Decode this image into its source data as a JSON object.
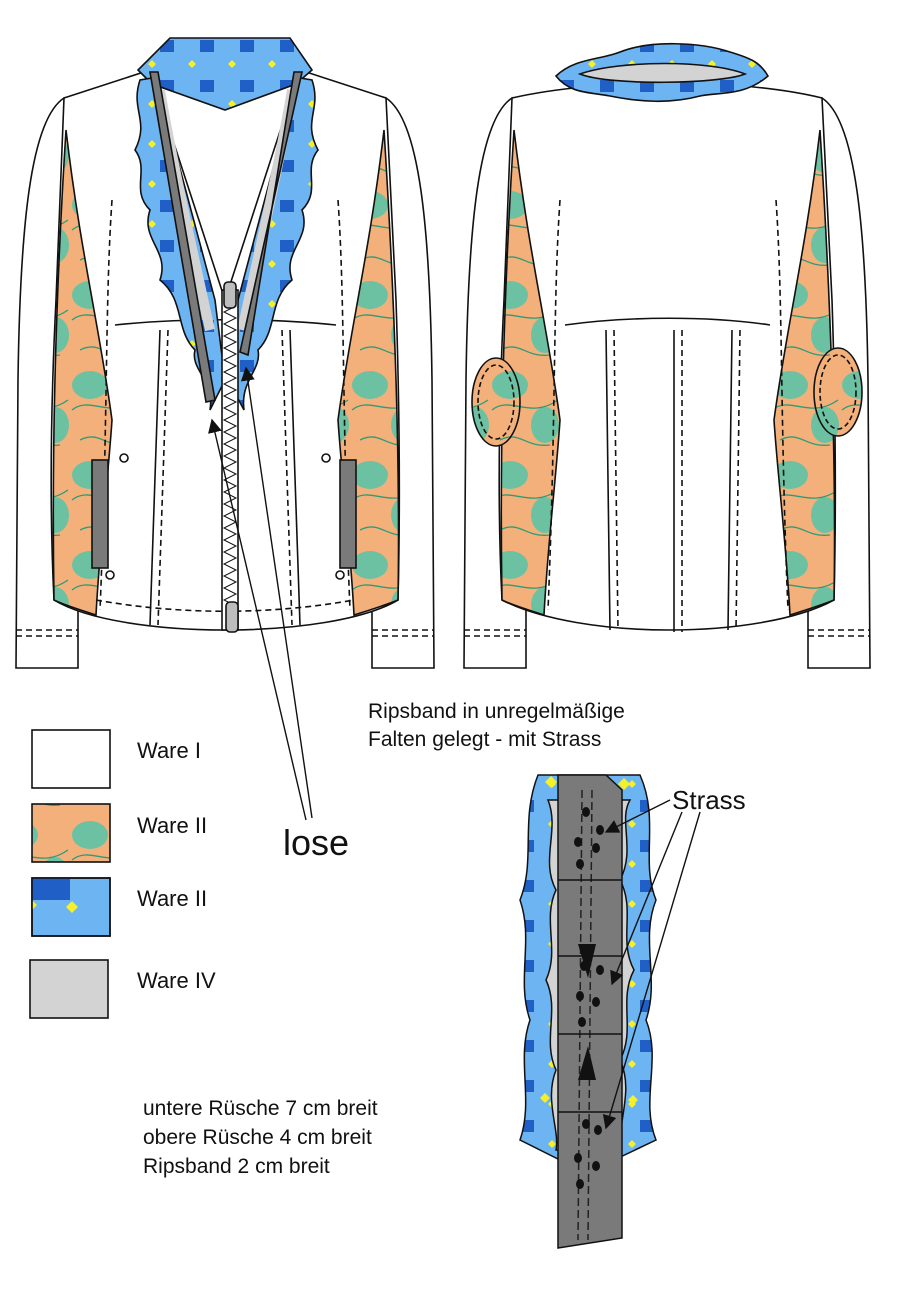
{
  "legend": [
    {
      "label": "Ware I",
      "swatch": "plain-white"
    },
    {
      "label": "Ware II",
      "swatch": "orange-green-print"
    },
    {
      "label": "Ware II",
      "swatch": "blue-yellow-print"
    },
    {
      "label": "Ware IV",
      "swatch": "light-grey"
    }
  ],
  "annotations": {
    "lose": "lose",
    "ripsband_line1": "Ripsband in unregelmäßige",
    "ripsband_line2": "Falten gelegt - mit Strass",
    "strass": "Strass",
    "note_line1": "untere Rüsche 7 cm breit",
    "note_line2": "obere Rüsche 4 cm breit",
    "note_line3": "Ripsband 2 cm breit"
  },
  "colors": {
    "outline": "#111111",
    "fabric_white": "#ffffff",
    "print_orange": "#f4b07a",
    "print_green": "#6cc1a2",
    "ruffle_light_blue": "#6cb4f2",
    "ruffle_dark_blue": "#1f5fc6",
    "ruffle_yellow": "#f5f02a",
    "ribbon_grey": "#7a7a7a",
    "ware_iv_grey": "#d3d3d3"
  }
}
